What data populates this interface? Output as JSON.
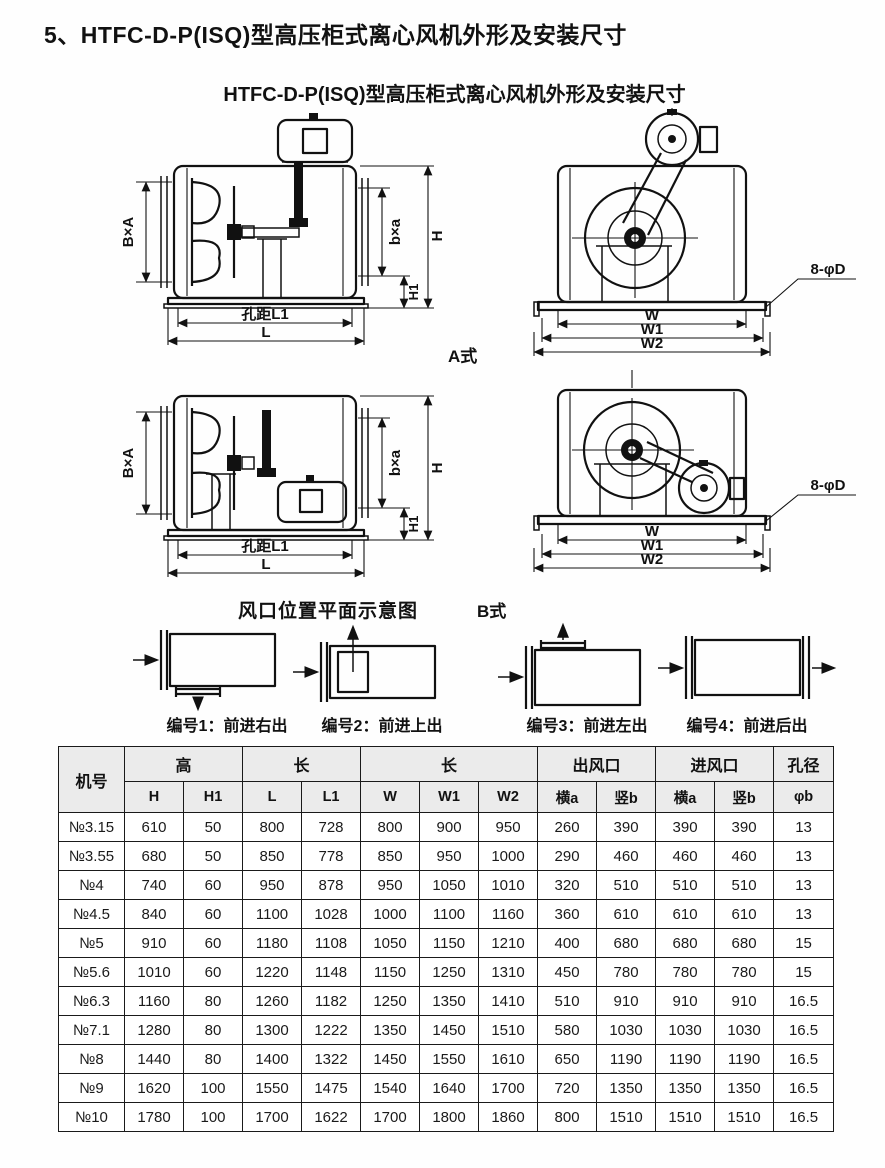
{
  "page": {
    "title": "5、HTFC-D-P(ISQ)型高压柜式离心风机外形及安装尺寸",
    "subtitle": "HTFC-D-P(ISQ)型高压柜式离心风机外形及安装尺寸"
  },
  "diagrams": {
    "type_a_label": "A式",
    "type_b_label": "B式",
    "vent_section_title": "风口位置平面示意图",
    "dim_labels": {
      "bxa_outer": "B×A",
      "bxa_inner": "b×a",
      "h": "H",
      "h1": "H1",
      "hole_pitch_l1": "孔距L1",
      "l": "L",
      "w": "W",
      "w1": "W1",
      "w2": "W2",
      "bolt_holes": "8-φD"
    },
    "vent_captions": [
      "编号1：前进右出",
      "编号2：前进上出",
      "编号3：前进左出",
      "编号4：前进后出"
    ]
  },
  "table": {
    "header": {
      "col_machine": "机号",
      "group_height": "高",
      "group_length1": "长",
      "group_length2": "长",
      "group_outlet": "出风口",
      "group_inlet": "进风口",
      "group_hole": "孔径",
      "sub": [
        "H",
        "H1",
        "L",
        "L1",
        "W",
        "W1",
        "W2",
        "横a",
        "竖b",
        "横a",
        "竖b",
        "φb"
      ]
    },
    "rows": [
      {
        "model": "№3.15",
        "values": [
          "610",
          "50",
          "800",
          "728",
          "800",
          "900",
          "950",
          "260",
          "390",
          "390",
          "390",
          "13"
        ]
      },
      {
        "model": "№3.55",
        "values": [
          "680",
          "50",
          "850",
          "778",
          "850",
          "950",
          "1000",
          "290",
          "460",
          "460",
          "460",
          "13"
        ]
      },
      {
        "model": "№4",
        "values": [
          "740",
          "60",
          "950",
          "878",
          "950",
          "1050",
          "1010",
          "320",
          "510",
          "510",
          "510",
          "13"
        ]
      },
      {
        "model": "№4.5",
        "values": [
          "840",
          "60",
          "1100",
          "1028",
          "1000",
          "1100",
          "1160",
          "360",
          "610",
          "610",
          "610",
          "13"
        ]
      },
      {
        "model": "№5",
        "values": [
          "910",
          "60",
          "1180",
          "1108",
          "1050",
          "1150",
          "1210",
          "400",
          "680",
          "680",
          "680",
          "15"
        ]
      },
      {
        "model": "№5.6",
        "values": [
          "1010",
          "60",
          "1220",
          "1148",
          "1150",
          "1250",
          "1310",
          "450",
          "780",
          "780",
          "780",
          "15"
        ]
      },
      {
        "model": "№6.3",
        "values": [
          "1160",
          "80",
          "1260",
          "1182",
          "1250",
          "1350",
          "1410",
          "510",
          "910",
          "910",
          "910",
          "16.5"
        ]
      },
      {
        "model": "№7.1",
        "values": [
          "1280",
          "80",
          "1300",
          "1222",
          "1350",
          "1450",
          "1510",
          "580",
          "1030",
          "1030",
          "1030",
          "16.5"
        ]
      },
      {
        "model": "№8",
        "values": [
          "1440",
          "80",
          "1400",
          "1322",
          "1450",
          "1550",
          "1610",
          "650",
          "1190",
          "1190",
          "1190",
          "16.5"
        ]
      },
      {
        "model": "№9",
        "values": [
          "1620",
          "100",
          "1550",
          "1475",
          "1540",
          "1640",
          "1700",
          "720",
          "1350",
          "1350",
          "1350",
          "16.5"
        ]
      },
      {
        "model": "№10",
        "values": [
          "1780",
          "100",
          "1700",
          "1622",
          "1700",
          "1800",
          "1860",
          "800",
          "1510",
          "1510",
          "1510",
          "16.5"
        ]
      }
    ]
  }
}
